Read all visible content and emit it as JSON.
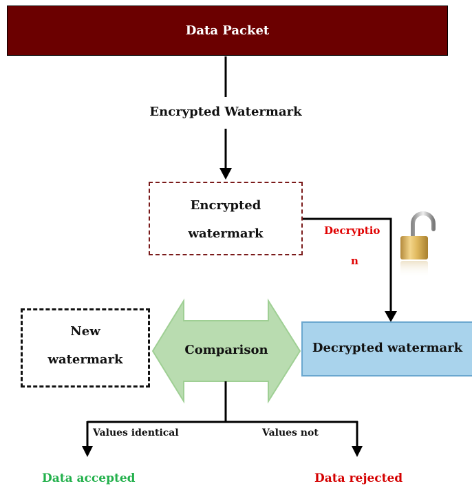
{
  "nodes": {
    "data_packet": "Data Packet",
    "encrypted_watermark_box": [
      "Encrypted",
      "watermark"
    ],
    "new_watermark_box": [
      "New",
      "watermark"
    ],
    "comparison": "Comparison",
    "decrypted_watermark": "Decrypted watermark"
  },
  "edges": {
    "encrypted_watermark_label": "Encrypted Watermark",
    "decryption_label": [
      "Decryptio",
      "n"
    ],
    "values_identical": "Values identical",
    "values_not": "Values not"
  },
  "outcomes": {
    "accepted": "Data accepted",
    "rejected": "Data rejected"
  },
  "colors": {
    "packet": "#6b0000",
    "decryption": "#e00000",
    "accepted": "#22b04b",
    "rejected": "#d40000",
    "comparison_arrow": "#b9dcb0",
    "decrypted_box": "#a9d3ec"
  },
  "icons": {
    "decryption_icon": "open-padlock-icon"
  }
}
